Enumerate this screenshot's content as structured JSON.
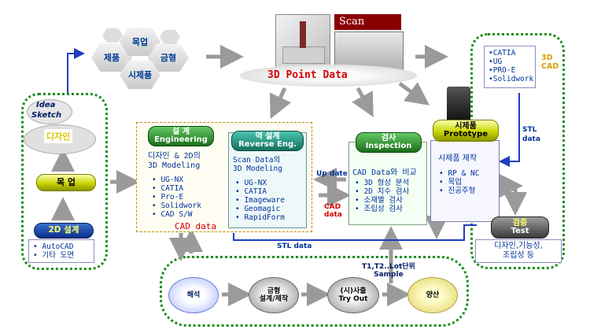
{
  "colors": {
    "green_border": "#1a8f1a",
    "arrow": "#9a9a9a",
    "blue_arrow": "#1f3fbf",
    "red": "#d40000",
    "blue_text": "#003399"
  },
  "hexes": [
    "제품",
    "목업",
    "금형",
    "시제품"
  ],
  "scan": {
    "label": "Scan",
    "point_data": "3D Point Data"
  },
  "idea": {
    "title_1": "Idea",
    "title_2": "Sketch",
    "design": "디자인",
    "mockup": "목 업",
    "design2d": "2D 설계",
    "design2d_items": [
      "AutoCAD",
      "기타 도면"
    ]
  },
  "engineering": {
    "title_1": "설 계",
    "title_2": "Engineering",
    "subtitle_1": "디자인 & 2D의",
    "subtitle_2": "3D Modeling",
    "items": [
      "UG-NX",
      "CATIA",
      "Pro-E",
      "Solidwork",
      "CAD S/W"
    ],
    "cad_data": "CAD data"
  },
  "reverse": {
    "title_1": "역 설계",
    "title_2": "Reverse Eng.",
    "subtitle_1": "Scan Data의",
    "subtitle_2": "3D Modeling",
    "items": [
      "UG-NX",
      "CATIA",
      "Imageware",
      "Geomagic",
      "RapidForm"
    ]
  },
  "inspection": {
    "title_1": "검사",
    "title_2": "Inspection",
    "subtitle": "CAD Data와 비교",
    "items": [
      "3D 형상 분석",
      "2D 치수 검사",
      "소재별 검사",
      "조립성 검사"
    ]
  },
  "prototype": {
    "title_1": "시제품",
    "title_2": "Prototype",
    "subtitle": "시제품 제작",
    "items": [
      "RP & NC",
      "목업",
      "진공주형"
    ]
  },
  "cad3d": {
    "items": [
      "CATIA",
      "UG",
      "PRO-E",
      "Solidwork"
    ],
    "side_1": "3D",
    "side_2": "CAD"
  },
  "test": {
    "title_1": "검증",
    "title_2": "Test",
    "lines": [
      "디자인,기능성,",
      "조립성 등"
    ]
  },
  "labels": {
    "update_1": "Up date",
    "cad_data_1": "CAD",
    "cad_data_2": "data",
    "stl_1": "STL",
    "stl_2": "data",
    "stl_bottom": "STL data",
    "lot_1": "T1,T2..Lot단위",
    "lot_2": "Sample"
  },
  "bottom": {
    "analysis": "해석",
    "mold_1": "금형",
    "mold_2": "설계/제작",
    "tryout_1": "(시)사출",
    "tryout_2": "Try Out",
    "production": "양산"
  }
}
